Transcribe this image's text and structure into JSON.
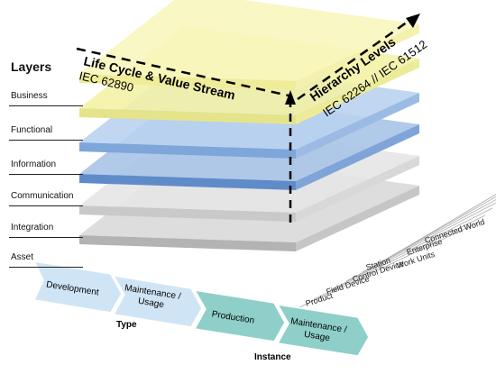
{
  "layers": {
    "title": "Layers",
    "items": [
      {
        "label": "Business",
        "top": "#f8f6bc",
        "front": "#efec9a",
        "side": "#f4f1ae"
      },
      {
        "label": "Functional",
        "top": "#f3f2a7",
        "front": "#e6e48a",
        "side": "#eceb98"
      },
      {
        "label": "Information",
        "top": "#b9d2ef",
        "front": "#7ea6d8",
        "side": "#9bbbe4"
      },
      {
        "label": "Communication",
        "top": "#a9c4e8",
        "front": "#5f8cc9",
        "side": "#7fa4d7"
      },
      {
        "label": "Integration",
        "top": "#e6e6e6",
        "front": "#c9c9c9",
        "side": "#d8d8d8"
      },
      {
        "label": "Asset",
        "top": "#d9d9d9",
        "front": "#b3b3b3",
        "side": "#c6c6c6"
      }
    ]
  },
  "life_cycle": {
    "title": "Life Cycle & Value Stream",
    "standard": "IEC 62890"
  },
  "hierarchy": {
    "title": "Hierarchy Levels",
    "standard": "IEC 62264 // IEC 61512",
    "levels": [
      "Connected World",
      "Enterprise",
      "Work Units",
      "Station",
      "Control Device",
      "Field Device",
      "Product"
    ]
  },
  "phases": [
    {
      "label": "Development",
      "color": "#cfe5f5",
      "group": "type"
    },
    {
      "label": "Maintenance / Usage",
      "color": "#cfe5f5",
      "group": "type"
    },
    {
      "label": "Production",
      "color": "#8fcfc9",
      "group": "instance"
    },
    {
      "label": "Maintenance / Usage",
      "color": "#8fcfc9",
      "group": "instance"
    }
  ],
  "groups": {
    "type": "Type",
    "instance": "Instance"
  }
}
